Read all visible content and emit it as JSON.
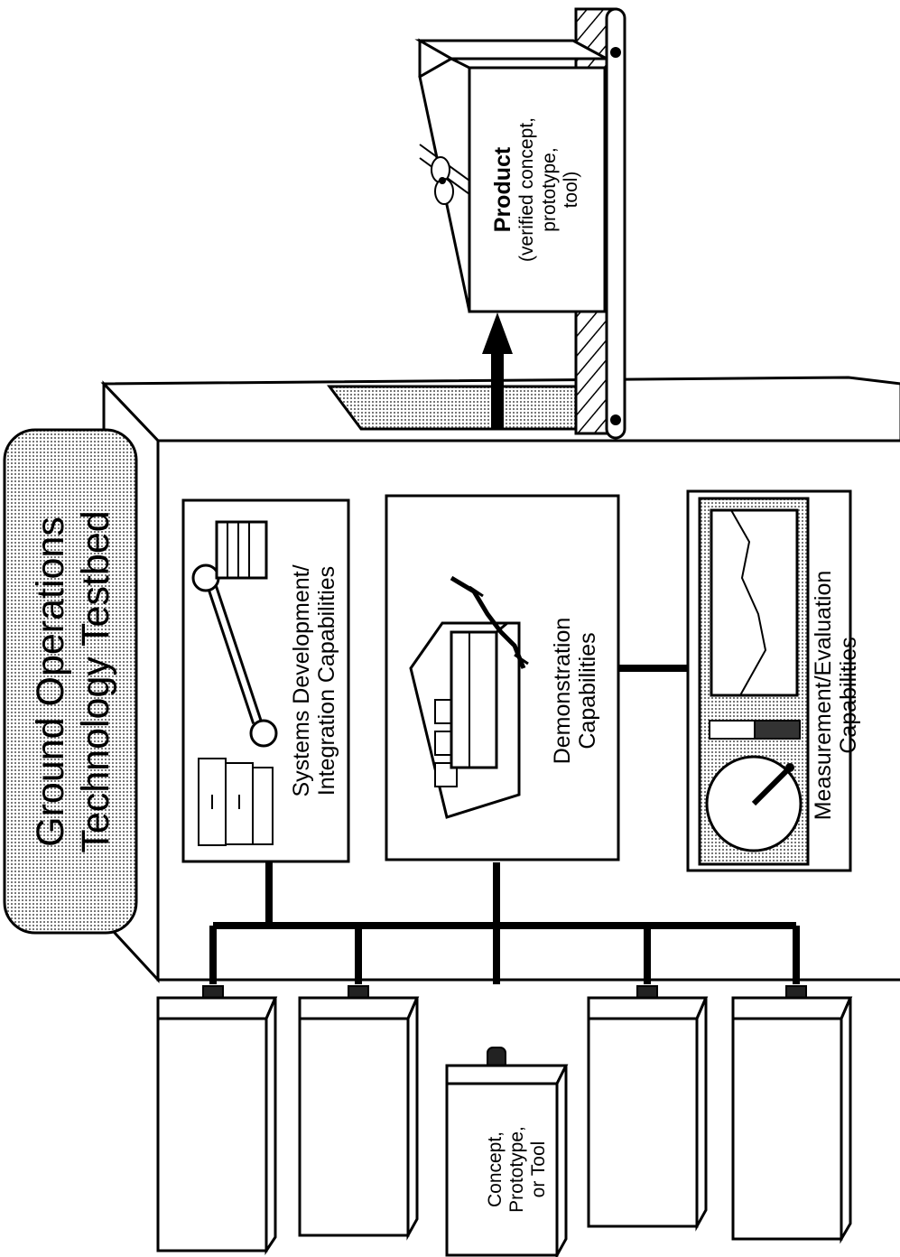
{
  "title": {
    "line1": "Ground Operations",
    "line2": "Technology Testbed"
  },
  "capabilities": [
    {
      "line1": "Systems Development/",
      "line2": "Integration Capabilities",
      "icons": [
        "books-icon",
        "wrench-icon",
        "computer-icon"
      ]
    },
    {
      "line1": "Demonstration",
      "line2": "Capabilities",
      "icons": [
        "console-icon",
        "robot-arm-icon"
      ]
    },
    {
      "line1": "Measurement/Evaluation",
      "line2": "Capabilities",
      "icons": [
        "graph-display-icon",
        "gauge-icon"
      ]
    }
  ],
  "product": {
    "title": "Product",
    "line1": "(verified concept,",
    "line2": "prototype,",
    "line3": "tool)"
  },
  "input": {
    "line1": "Concept,",
    "line2": "Prototype,",
    "line3": "or Tool"
  },
  "colors": {
    "line": "#000000",
    "shade": "#c8c8c8",
    "dark": "#333333",
    "fill": "#ffffff"
  }
}
